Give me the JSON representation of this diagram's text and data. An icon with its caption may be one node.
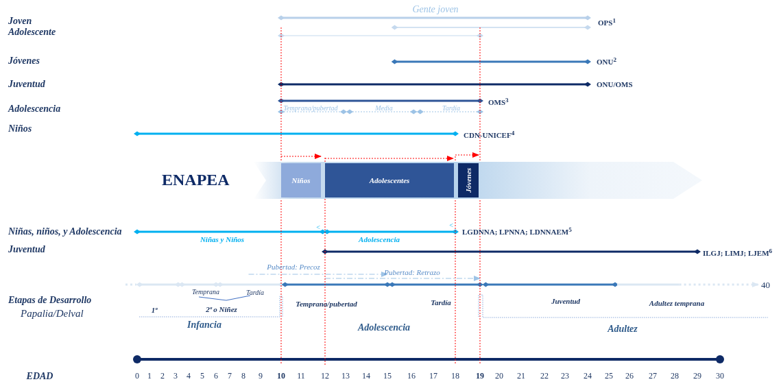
{
  "diagram": {
    "nodes": [
      {
        "text": [
          "ENAPEA"
        ]
      },
      {
        "text": [
          "Niños"
        ],
        "in": 0
      },
      {
        "text": [
          "Adolescentes"
        ],
        "in": 0
      },
      {
        "text": [
          "Jóvenes"
        ],
        "in": 0
      }
    ],
    "labels": [
      "Gente joven",
      "Joven",
      "Adolescente",
      "OPS$^{1}$",
      "Jóvenes",
      "ONU$^{2}$",
      "Juventud",
      "ONU/OMS",
      "Adolescencia",
      "OMS$^{3}$",
      "Temprana/pubertad",
      "Media",
      "Tardía",
      "Niños",
      "CDN-UNICEF$^{4}$",
      "<",
      "<",
      "Niñas, niños, y Adolescencia",
      "LGDNNA; LPNNA; LDNNAEM$^{5}$",
      "Niñas y Niños",
      "Adolescencia",
      "Juventud",
      "ILGJ; LIMJ; LJEM$^{6}$",
      "Pubertad: Precoz",
      "Pubertad: Retrazo",
      "40",
      "Temprana",
      "Tardía",
      "Etapas de Desarrollo",
      "Papalia/Delval",
      "1ª",
      "2ª o Niñez",
      "Temprana/pubertad",
      "Tardía",
      "Juventud",
      "Adultez temprana",
      "Infancia",
      "Adolescencia",
      "Adultez",
      "EDAD",
      "0",
      "1",
      "2",
      "3",
      "4",
      "5",
      "6",
      "7",
      "8",
      "9",
      "10",
      "11",
      "12",
      "13",
      "14",
      "15",
      "16",
      "17",
      "18",
      "19",
      "20",
      "21",
      "22",
      "23",
      "24",
      "25",
      "26",
      "27",
      "28",
      "29",
      "30"
    ]
  }
}
